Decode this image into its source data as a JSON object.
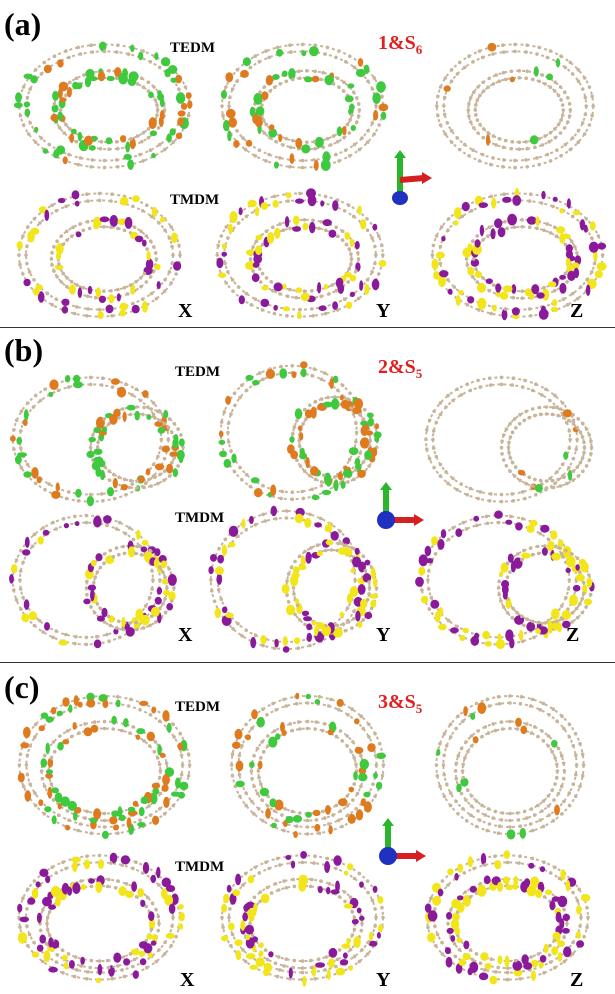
{
  "panels": [
    {
      "label": "(a)",
      "compound_prefix": "1&S",
      "compound_sub": "6",
      "tedm_label": "TEDM",
      "tmdm_label": "TMDM",
      "axes": [
        "X",
        "Y",
        "Z"
      ]
    },
    {
      "label": "(b)",
      "compound_prefix": "2&S",
      "compound_sub": "5",
      "tedm_label": "TEDM",
      "tmdm_label": "TMDM",
      "axes": [
        "X",
        "Y",
        "Z"
      ]
    },
    {
      "label": "(c)",
      "compound_prefix": "3&S",
      "compound_sub": "5",
      "tedm_label": "TEDM",
      "tmdm_label": "TMDM",
      "axes": [
        "X",
        "Y",
        "Z"
      ]
    }
  ],
  "colors": {
    "tedm_positive": "#3ec93e",
    "tedm_negative": "#e07a1f",
    "tmdm_positive": "#f2e61a",
    "tmdm_negative": "#8a1a9a",
    "atom_carbon": "#c8b49a",
    "atom_hydrogen": "#eeeeee",
    "compound_title": "#e02020"
  }
}
